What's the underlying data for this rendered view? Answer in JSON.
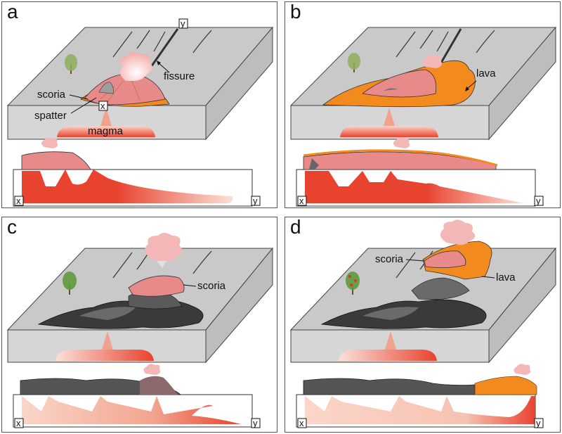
{
  "panels": {
    "a": {
      "label": "a",
      "annotations": {
        "fissure": "fissure",
        "scoria": "scoria",
        "spatter": "spatter",
        "magma": "magma"
      },
      "endpoints": {
        "start": "x",
        "end": "y"
      }
    },
    "b": {
      "label": "b",
      "annotations": {
        "lava": "lava"
      },
      "endpoints": {
        "start": "x",
        "end": "y"
      }
    },
    "c": {
      "label": "c",
      "annotations": {
        "scoria": "scoria"
      },
      "endpoints": {
        "start": "x",
        "end": "y"
      }
    },
    "d": {
      "label": "d",
      "annotations": {
        "scoria": "scoria",
        "lava": "lava"
      },
      "endpoints": {
        "start": "x",
        "end": "y"
      }
    }
  },
  "colors": {
    "plateau_top": "#c9c9c9",
    "plateau_side": "#d9d9d9",
    "scoria": "#e8898a",
    "lava": "#f28a1e",
    "old_lava": "#3a3a3a",
    "magma": "#e8432f",
    "plume": "#f4b7b7"
  },
  "icons": [
    "tree-icon",
    "vent-plume-icon"
  ]
}
